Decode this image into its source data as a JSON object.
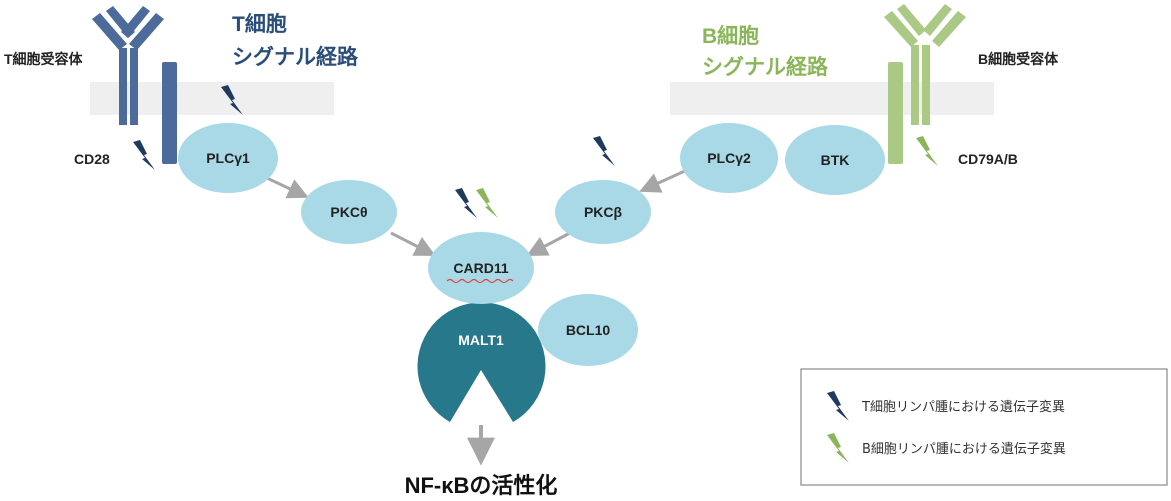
{
  "t_pathway": {
    "receptor_label": "T細胞受容体",
    "title_line1": "T細胞",
    "title_line2": "シグナル経路",
    "coreceptor_label": "CD28"
  },
  "b_pathway": {
    "receptor_label": "B細胞受容体",
    "title_line1": "B細胞",
    "title_line2": "シグナル経路",
    "coreceptor_label": "CD79A/B"
  },
  "nodes": {
    "plcg1": "PLCγ1",
    "pkc_theta": "PKCθ",
    "card11": "CARD11",
    "malt1": "MALT1",
    "bcl10": "BCL10",
    "pkc_beta": "PKCβ",
    "plcg2": "PLCγ2",
    "btk": "BTK"
  },
  "outcome": "NF-κBの活性化",
  "legend": {
    "t_mutation": "T細胞リンパ腫における遺伝子変異",
    "b_mutation": "B細胞リンパ腫における遺伝子変異"
  },
  "colors": {
    "t_color": "#1f3a5f",
    "b_color": "#8ab659",
    "t_receptor": "#4c6a9a",
    "b_receptor": "#a9c985",
    "node_fill": "#a9d9e6",
    "malt1_fill": "#27788a",
    "membrane": "#efefef",
    "arrow": "#a6a6a6"
  }
}
